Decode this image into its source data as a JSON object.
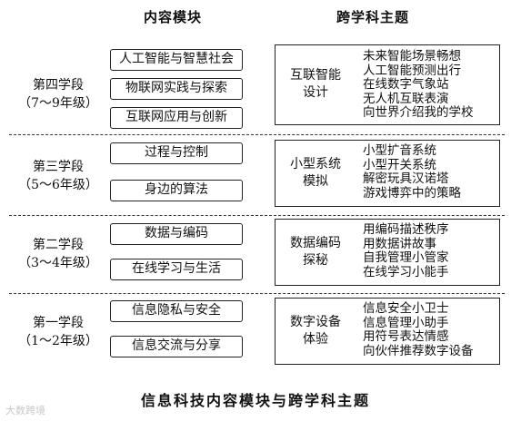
{
  "header": {
    "left": "内容模块",
    "right": "跨学科主题"
  },
  "stages": [
    {
      "name": "第四学段",
      "grades": "（7～9年级）",
      "modules": [
        "人工智能与智慧社会",
        "物联网实践与探索",
        "互联网应用与创新"
      ],
      "theme": {
        "name_lines": [
          "互联智能",
          "设计"
        ],
        "topics": [
          "未来智能场景畅想",
          "人工智能预测出行",
          "在线数字气象站",
          "无人机互联表演",
          "向世界介绍我的学校"
        ]
      }
    },
    {
      "name": "第三学段",
      "grades": "（5～6年级）",
      "modules": [
        "过程与控制",
        "身边的算法"
      ],
      "theme": {
        "name_lines": [
          "小型系统",
          "模拟"
        ],
        "topics": [
          "小型扩音系统",
          "小型开关系统",
          "解密玩具汉诺塔",
          "游戏博弈中的策略"
        ]
      }
    },
    {
      "name": "第二学段",
      "grades": "（3～4年级）",
      "modules": [
        "数据与编码",
        "在线学习与生活"
      ],
      "theme": {
        "name_lines": [
          "数据编码",
          "探秘"
        ],
        "topics": [
          "用编码描述秩序",
          "用数据讲故事",
          "自我管理小管家",
          "在线学习小能手"
        ]
      }
    },
    {
      "name": "第一学段",
      "grades": "（1～2年级）",
      "modules": [
        "信息隐私与安全",
        "信息交流与分享"
      ],
      "theme": {
        "name_lines": [
          "数字设备",
          "体验"
        ],
        "topics": [
          "信息安全小卫士",
          "信息管理小助手",
          "用符号表达情感",
          "向伙伴推荐数字设备"
        ]
      }
    }
  ],
  "caption": "信息科技内容模块与跨学科主题",
  "watermark": "大数跨境"
}
